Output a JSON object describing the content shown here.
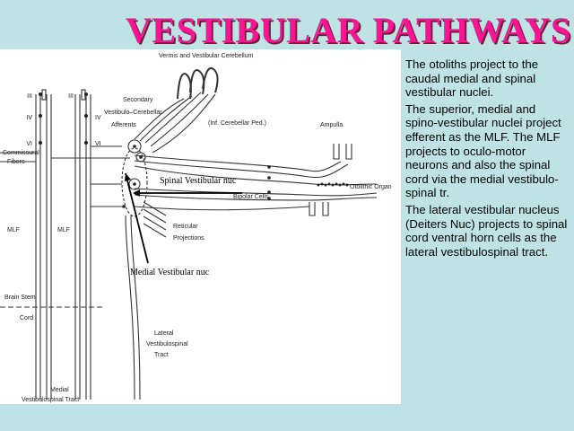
{
  "title": "VESTIBULAR PATHWAYS",
  "diagram": {
    "labels": {
      "vermis": "Vermis and Vestibular Cerebellum",
      "secondary": "Secondary",
      "vest_cereb": "Vestibulo–Cerebellar",
      "afferents": "Afferents",
      "inf_cereb": "(Inf. Cerebellar Ped.)",
      "ampulla": "Ampulla",
      "nerve_iii_l": "III",
      "nerve_iii_r": "III",
      "nerve_iv_l": "IV",
      "nerve_iv_r": "IV",
      "nerve_vi_l": "VI",
      "nerve_vi_r": "VI",
      "commissural_1": "Commissural",
      "commissural_2": "Fibers",
      "otolithic": "Otolithic Organ",
      "bipolar": "Bipolar Cells",
      "reticular_1": "Reticular",
      "reticular_2": "Projections",
      "mlf_l": "MLF",
      "mlf_r": "MLF",
      "brain_stem": "Brain Stem",
      "cord": "Cord",
      "lateral_1": "Lateral",
      "lateral_2": "Vestibulospinal",
      "lateral_3": "Tract",
      "medial_1": "Medial",
      "medial_2": "Vestibulospinal Tract"
    },
    "annotations": {
      "spinal": "Spinal Vestibular nuc",
      "medial": "Medial  Vestibular nuc"
    }
  },
  "side_text": {
    "p1": "The otoliths project to the caudal medial and spinal vestibular nuclei.",
    "p2": "The superior, medial and spino-vestibular nuclei project efferent as the MLF. The MLF projects to oculo-motor neurons and also  the spinal cord via the medial vestibulo-spinal tr.",
    "p3": "The lateral vestibular nucleus (Deiters Nuc) projects to spinal cord ventral horn cells as the lateral vestibulospinal tract."
  },
  "colors": {
    "title": "#ff1493",
    "background": "#bfe3e5",
    "panel": "#ffffff"
  }
}
